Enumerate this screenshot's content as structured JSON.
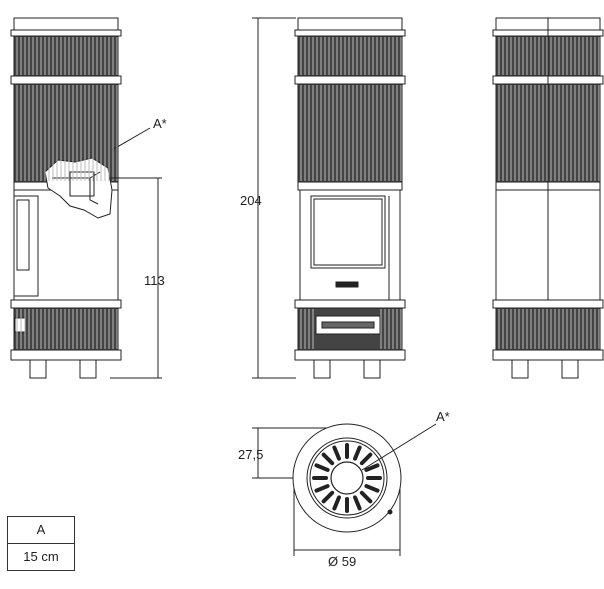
{
  "dimensions": {
    "total_height": "204",
    "door_height": "113",
    "top_offset": "27,5",
    "diameter": "Ø 59",
    "flue_left": "A*",
    "flue_top": "A*"
  },
  "legend": {
    "header": "A",
    "value": "15 cm"
  }
}
